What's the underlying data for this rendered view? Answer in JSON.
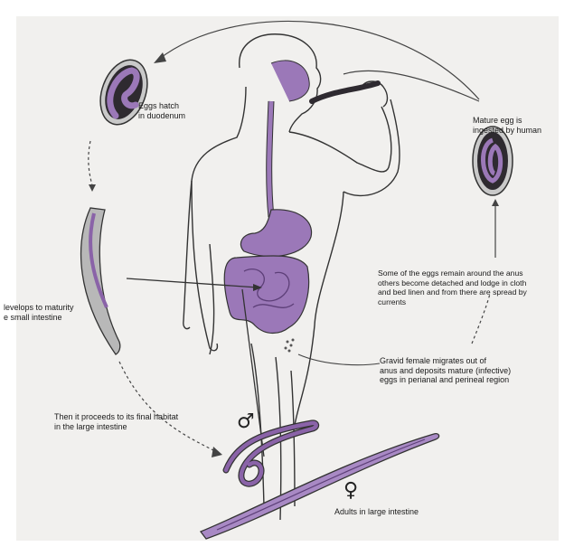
{
  "labels": {
    "eggs_hatch": "Eggs hatch\nin duodenum",
    "mature_egg": "Mature egg is\ningested by human",
    "develops": "levelops to maturity\ne small intestine",
    "remain": "Some of the eggs remain around the anus\nothers become detached and lodge in cloth\nand bed linen and from there are spread by\ncurrents",
    "gravid": "Gravid female migrates out of\nanus and deposits mature (infective)\neggs in perianal and perineal region",
    "final_habitat": "Then it proceeds to its final habitat\nin the large intestine",
    "adults": "Adults in large intestine",
    "male_symbol": "♂",
    "female_symbol": "♀"
  },
  "colors": {
    "worm_purple": "#8a63a8",
    "worm_light": "#a889c4",
    "egg_shell": "#c9c9c9",
    "egg_dark": "#2e2a30",
    "gut": "#9b78b8",
    "outline": "#333333",
    "paper": "#f1f0ee"
  }
}
